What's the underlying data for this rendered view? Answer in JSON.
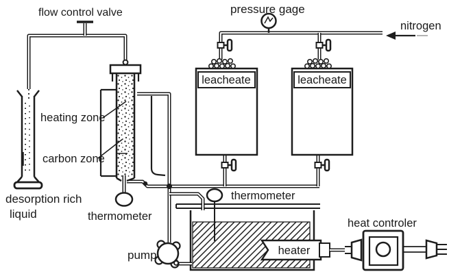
{
  "labels": {
    "flow_control_valve": "flow control valve",
    "pressure_gage": "pressure gage",
    "nitrogen": "nitrogen",
    "leacheate_left": "leacheate",
    "leacheate_right": "leacheate",
    "heating_zone": "heating zone",
    "carbon_zone": "carbon zone",
    "desorption_line1": "desorption rich",
    "desorption_line2": "liquid",
    "thermometer_column": "thermometer",
    "thermometer_bath": "thermometer",
    "pump": "pump",
    "heater": "heater",
    "heat_controler": "heat controler"
  },
  "colors": {
    "ink": "#1d1d1d",
    "background": "#ffffff"
  }
}
